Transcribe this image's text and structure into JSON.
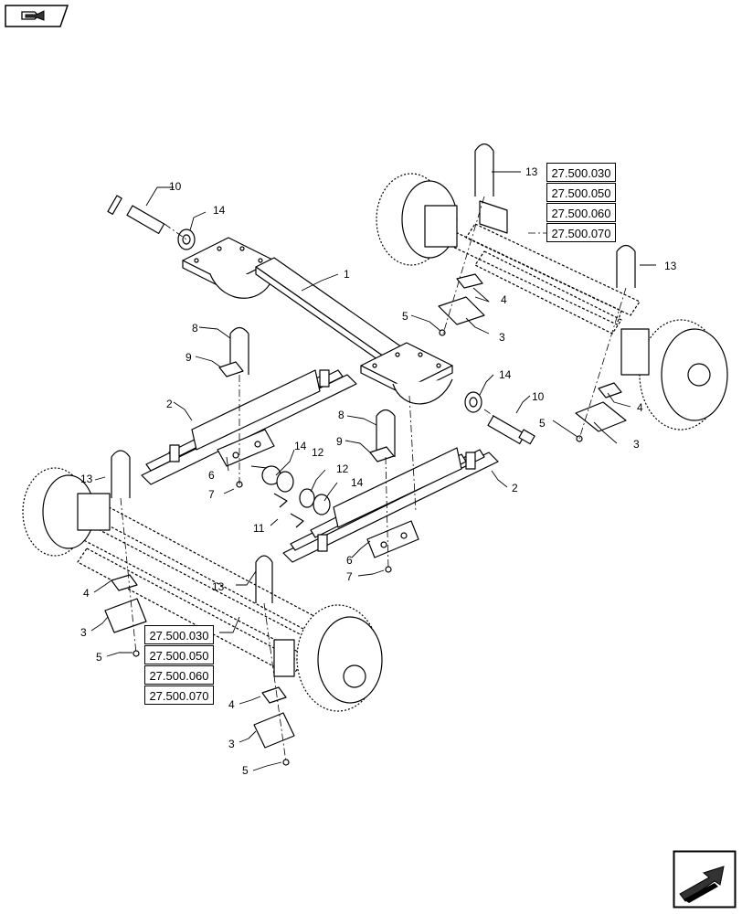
{
  "callouts": {
    "c1": "1",
    "c2a": "2",
    "c2b": "2",
    "c3a": "3",
    "c3b": "3",
    "c3c": "3",
    "c3d": "3",
    "c4a": "4",
    "c4b": "4",
    "c4c": "4",
    "c4d": "4",
    "c5a": "5",
    "c5b": "5",
    "c5c": "5",
    "c5d": "5",
    "c6a": "6",
    "c6b": "6",
    "c7a": "7",
    "c7b": "7",
    "c8a": "8",
    "c8b": "8",
    "c9a": "9",
    "c9b": "9",
    "c10a": "10",
    "c10b": "10",
    "c11": "11",
    "c12a": "12",
    "c12b": "12",
    "c13a": "13",
    "c13b": "13",
    "c13c": "13",
    "c13d": "13",
    "c14a": "14",
    "c14b": "14",
    "c14c": "14",
    "c14d": "14"
  },
  "ref_groups": {
    "top_right": [
      "27.500.030",
      "27.500.050",
      "27.500.060",
      "27.500.070"
    ],
    "bottom_left": [
      "27.500.030",
      "27.500.050",
      "27.500.060",
      "27.500.070"
    ]
  },
  "icons": {
    "top_left": "previous-page-hand-icon",
    "bottom_right": "next-page-arrow-icon"
  }
}
